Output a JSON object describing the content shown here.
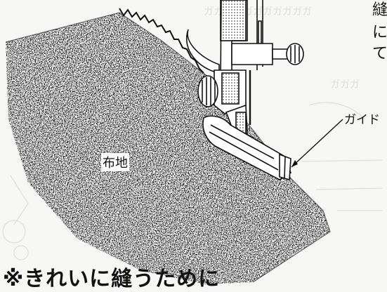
{
  "labels": {
    "fabric": "布地",
    "guide": "ガイド",
    "heading": "※きれいに縫うために"
  },
  "side_text": [
    "縫",
    "に",
    "て"
  ],
  "colors": {
    "ink": "#111111",
    "paper": "#f7f7f5",
    "bleed": "#dcdcdc"
  }
}
